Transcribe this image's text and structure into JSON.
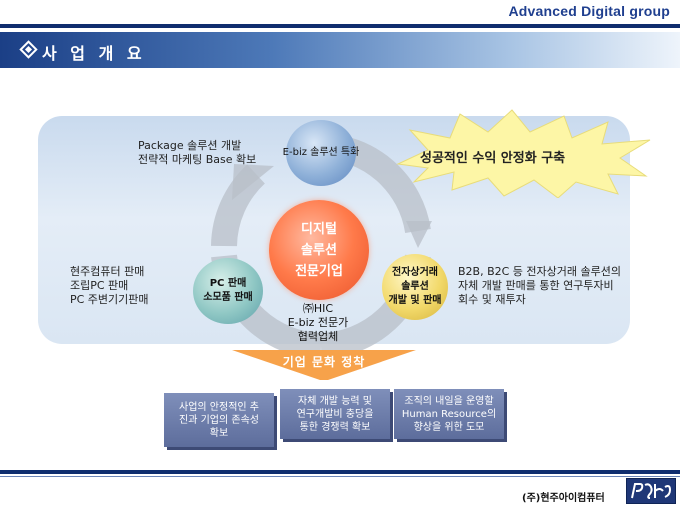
{
  "header": {
    "brand": "Advanced Digital group",
    "title": "사 업 개 요"
  },
  "left_text": {
    "top": [
      "Package 솔루션 개발",
      "전략적 마케팅 Base 확보"
    ],
    "bottom": [
      "현주컴퓨터 판매",
      "조립PC 판매",
      "PC 주변기기판매"
    ]
  },
  "right_text": [
    "B2B, B2C 등 전자상거래 솔루션의",
    "자체 개발 판매를 통한 연구투자비",
    "회수 및 재투자"
  ],
  "burst": {
    "text": "성공적인 수익 안정화 구축",
    "color": "#fdf6a6"
  },
  "circles": {
    "top": "E-biz 솔루션 특화",
    "left": [
      "PC 판매",
      "소모품 판매"
    ],
    "right": [
      "전자상거래",
      "솔루션",
      "개발 및 판매"
    ],
    "center": [
      "디지털",
      "솔루션",
      "전문기업"
    ]
  },
  "partner": [
    "㈜HIC",
    "E-biz 전문가",
    "협력업체"
  ],
  "culture_label": "기업 문화 정착",
  "boxes": [
    [
      "사업의 안정적인 추",
      "진과 기업의 존속성",
      "확보"
    ],
    [
      "자체 개발 능력 및",
      "연구개발비 충당을",
      "통한 경쟁력 확보"
    ],
    [
      "조직의 내일을 운영할",
      "Human Resource의",
      "향상을 위한 도모"
    ]
  ],
  "footer": {
    "company": "(주)현주아이컴퓨터"
  },
  "colors": {
    "navy": "#0f2d6e",
    "culture_arrow": "#f7a24a",
    "box": "#6c7cab"
  }
}
